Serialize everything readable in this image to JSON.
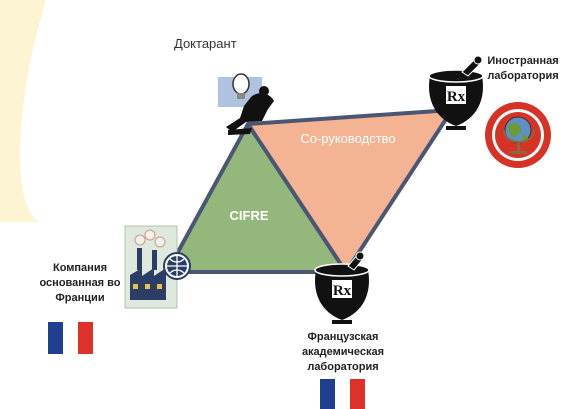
{
  "labels": {
    "doctorant": "Доктарант",
    "foreign_lab": "Иностранная лаборатория",
    "co_supervision": "Со-руководство",
    "cifre": "CIFRE",
    "company": "Компания основанная во Франции",
    "french_lab": "Французская академическая лаборатория"
  },
  "icons": {
    "doctorant": "doctorant-lightbulb-figure-icon",
    "foreign_lab": "mortar-pestle-rx-icon",
    "globe_badge": "globe-icon",
    "company": "factory-globe-icon",
    "french_lab": "mortar-pestle-rx-icon",
    "flag": "france-flag-icon"
  },
  "colors": {
    "green_triangle": "#94b87c",
    "salmon_triangle": "#f4b392",
    "triangle_border": "#4a5674",
    "cream_shape": "#fdf4d3",
    "red_badge": "#d73226",
    "flag_blue": "#1f3f8f",
    "flag_red": "#e0302a"
  }
}
